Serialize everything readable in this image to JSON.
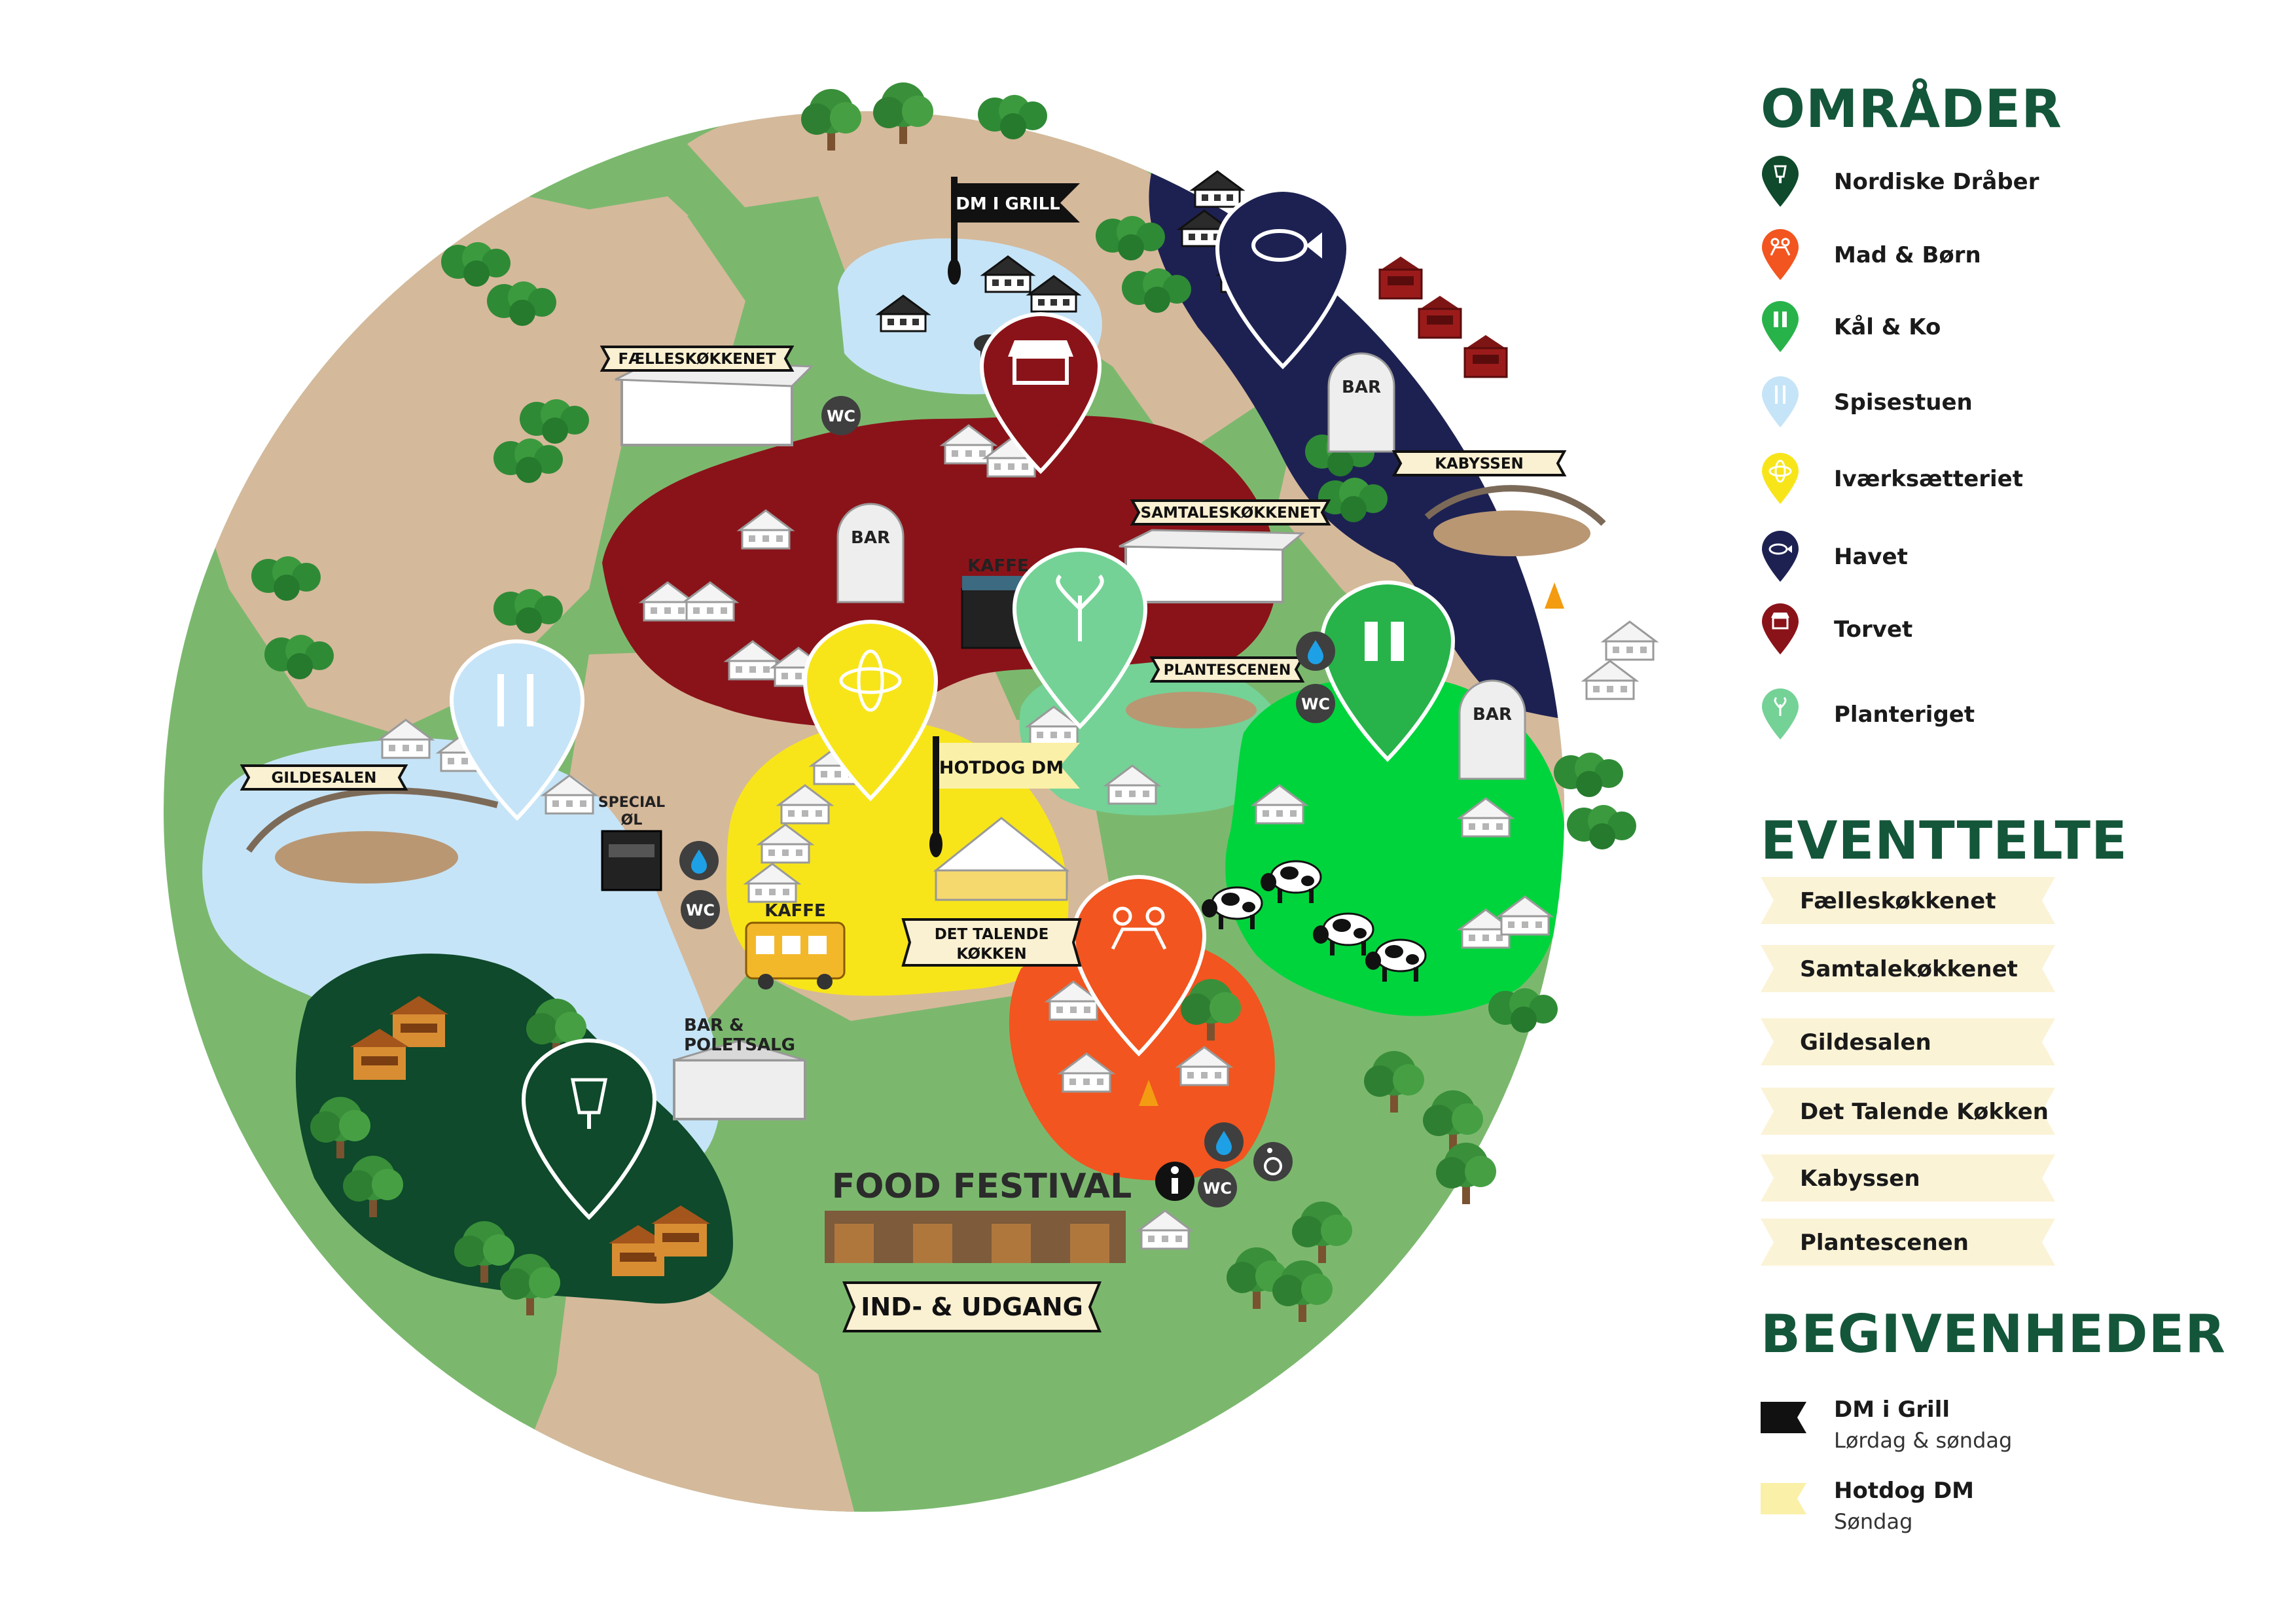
{
  "legend": {
    "areas_title": "OMRÅDER",
    "areas": [
      {
        "label": "Nordiske Dråber",
        "color": "#0e4a2b",
        "icon": "wine-glass-icon"
      },
      {
        "label": "Mad & Børn",
        "color": "#f2551f",
        "icon": "children-icon"
      },
      {
        "label": "Kål & Ko",
        "color": "#27b34a",
        "icon": "vegetable-icon"
      },
      {
        "label": "Spisestuen",
        "color": "#c6e4f7",
        "icon": "cutlery-icon"
      },
      {
        "label": "Iværksætteriet",
        "color": "#f7e51a",
        "icon": "atom-icon"
      },
      {
        "label": "Havet",
        "color": "#1d2152",
        "icon": "fish-icon"
      },
      {
        "label": "Torvet",
        "color": "#8a1319",
        "icon": "market-stall-icon"
      },
      {
        "label": "Planteriget",
        "color": "#74d296",
        "icon": "sprout-icon"
      }
    ],
    "tents_title": "EVENTTELTE",
    "tents": [
      "Fælleskøkkenet",
      "Samtalekøkkenet",
      "Gildesalen",
      "Det Talende Køkken",
      "Kabyssen",
      "Plantescenen"
    ],
    "events_title": "BEGIVENHEDER",
    "events": [
      {
        "label": "DM i Grill",
        "sub": "Lørdag & søndag",
        "color": "#111111",
        "icon": "black-flag-icon"
      },
      {
        "label": "Hotdog DM",
        "sub": "Søndag",
        "color": "#faf0a8",
        "icon": "yellow-flag-icon"
      }
    ]
  },
  "map": {
    "labels": {
      "dm_grill": "DM I GRILL",
      "faelleskokkenet": "FÆLLESKØKKENET",
      "samtaleskokkenet": "SAMTALESKØKKENET",
      "kabyssen": "KABYSSEN",
      "gildesalen": "GILDESALEN",
      "plantescenen": "PLANTESCENEN",
      "hotdog_dm": "HOTDOG DM",
      "det_talende_1": "DET TALENDE",
      "det_talende_2": "KØKKEN",
      "bar_torvet": "BAR",
      "bar_havet": "BAR",
      "bar_kal": "BAR",
      "kaffe_torvet": "KAFFE",
      "kaffe_bus": "KAFFE",
      "special_1": "SPECIAL",
      "special_2": "ØL",
      "bar_poletsalg_1": "BAR &",
      "bar_poletsalg_2": "POLETSALG",
      "wc": "WC",
      "food_festival": "FOOD FESTIVAL",
      "entrance": "IND- & UDGANG"
    },
    "colors": {
      "grass": "#7bb86e",
      "path": "#d5b99b",
      "road": "#5f6460",
      "havet": "#1d2152",
      "torvet": "#8a1319",
      "spisestuen": "#c6e4f7",
      "ivaerk": "#f7e51a",
      "planteriget": "#74d296",
      "kal_ko": "#00d43c",
      "mad_born": "#f2551f",
      "nordiske": "#0e4a2b"
    }
  }
}
